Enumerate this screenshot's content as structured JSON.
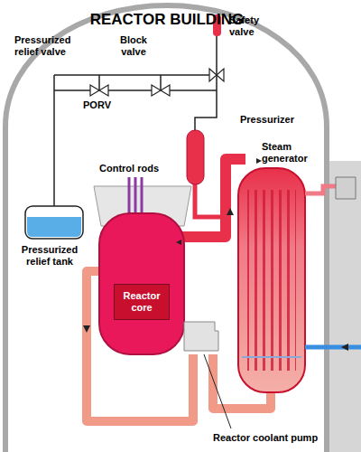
{
  "diagram": {
    "title": "REACTOR BUILDING",
    "nodes": [
      {
        "text": [
          "Reactor core"
        ]
      }
    ],
    "labels": [
      "Pressurized relief valve",
      "Block valve",
      "Safety valve",
      "Pressurizer",
      "Steam generator",
      "PORV",
      "Control rods",
      "Pressurized relief tank",
      "Reactor coolant pump"
    ]
  }
}
